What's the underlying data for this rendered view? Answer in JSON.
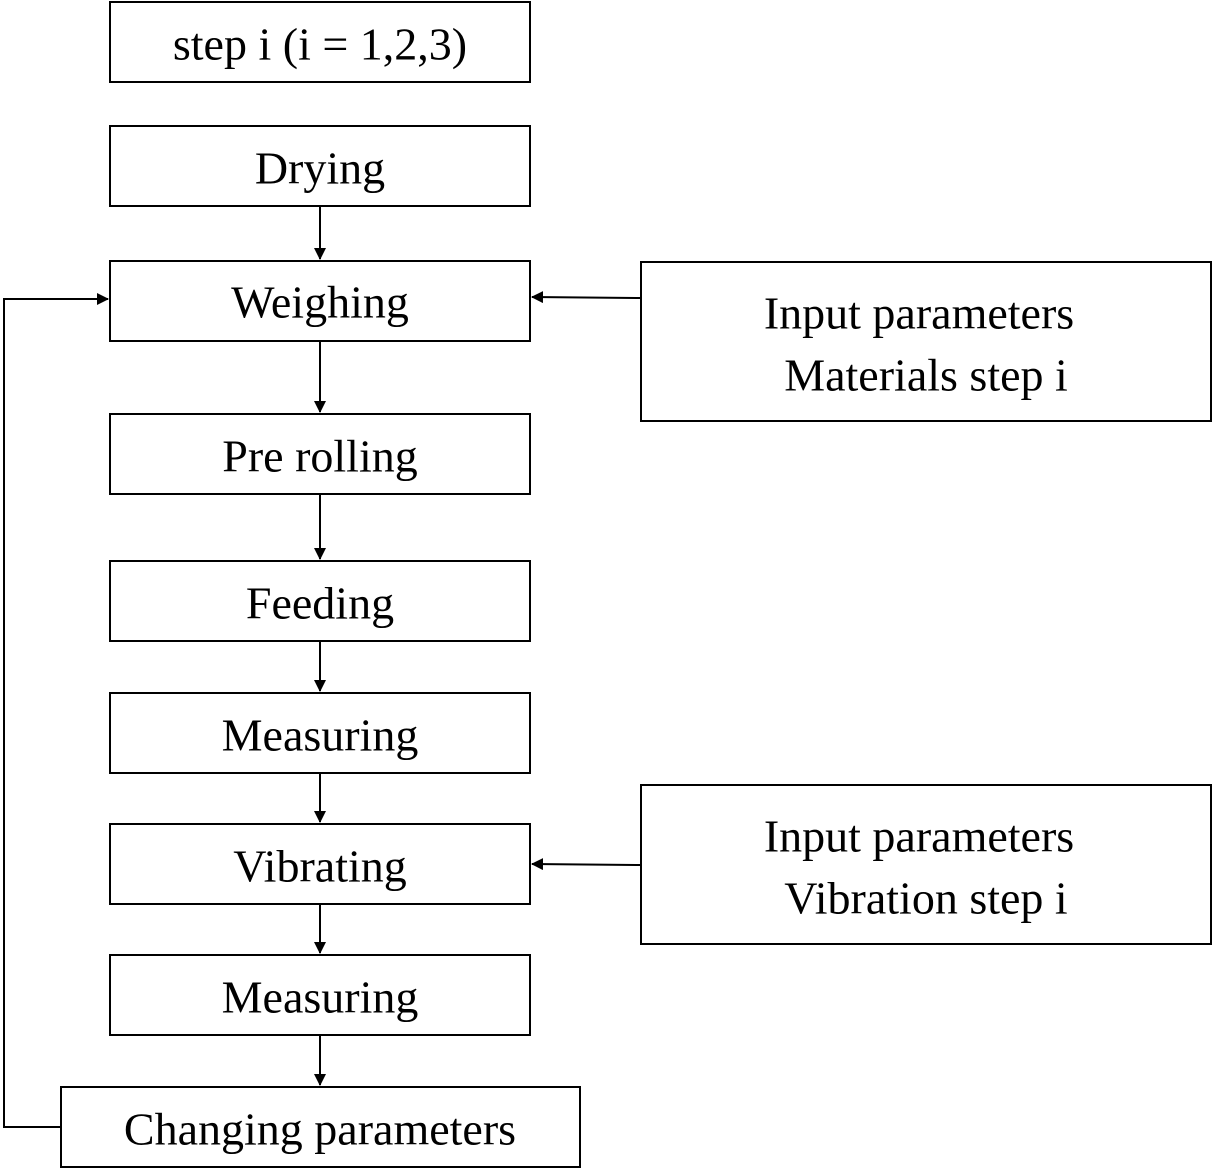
{
  "header_box": "step i (i = 1,2,3)",
  "steps": {
    "drying": "Drying",
    "weighing": "Weighing",
    "pre_rolling": "Pre rolling",
    "feeding": "Feeding",
    "measuring_1": "Measuring",
    "vibrating": "Vibrating",
    "measuring_2": "Measuring",
    "changing": "Changing parameters"
  },
  "inputs": {
    "materials": [
      "Input parameters",
      "Materials step i"
    ],
    "vibration": [
      "Input parameters",
      "Vibration step i"
    ]
  }
}
